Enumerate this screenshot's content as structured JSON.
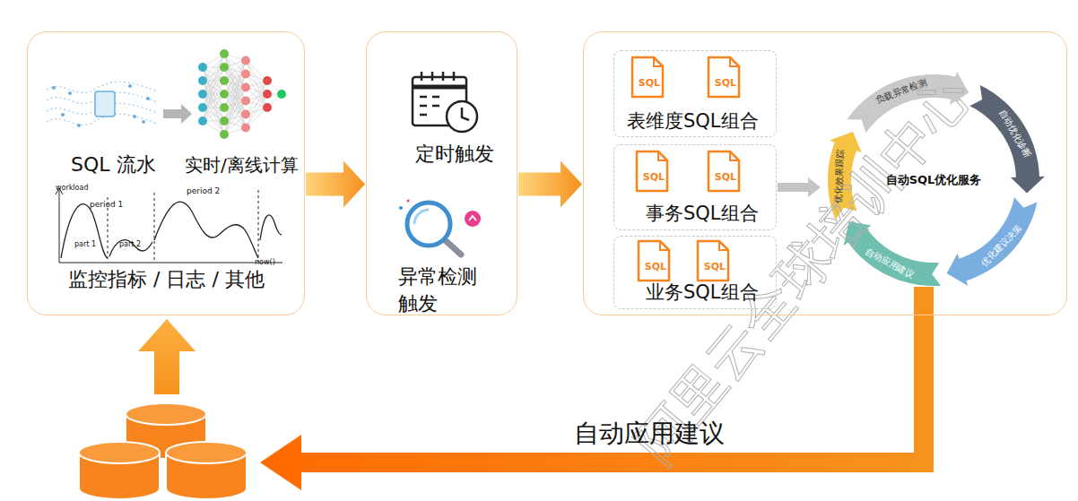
{
  "diagram": {
    "nodes": [
      {
        "text": [
          "SQL 流水",
          "实时/离线计算",
          "监控指标 / 日志 / 其他"
        ]
      },
      {
        "text": [
          "定时触发",
          "异常检测 触发"
        ]
      },
      {
        "text": []
      },
      {
        "text": [
          "SQL",
          "SQL",
          "表维度SQL组合"
        ],
        "in": 2
      },
      {
        "text": [
          "SQL",
          "SQL",
          "事务SQL组合"
        ],
        "in": 2
      },
      {
        "text": [
          "SQL",
          "SQL",
          "业务SQL组合"
        ],
        "in": 2
      },
      {
        "text": [
          "自动SQL优化服务"
        ],
        "in": 2
      }
    ],
    "edges": [
      {
        "from": 0,
        "to": 1,
        "arrow": "to"
      },
      {
        "from": 1,
        "to": 2,
        "arrow": "to"
      },
      {
        "from": 4,
        "to": 6,
        "arrow": "to"
      }
    ],
    "labels": [
      "workload",
      "period 1",
      "period 2",
      "part 1",
      "part 2",
      "now()",
      "负载异常检测",
      "自动优化诊断",
      "优化建议决策",
      "自动应用建议",
      "优化效果跟踪",
      "自动应用建议",
      "阿里云全球培训中心"
    ]
  }
}
